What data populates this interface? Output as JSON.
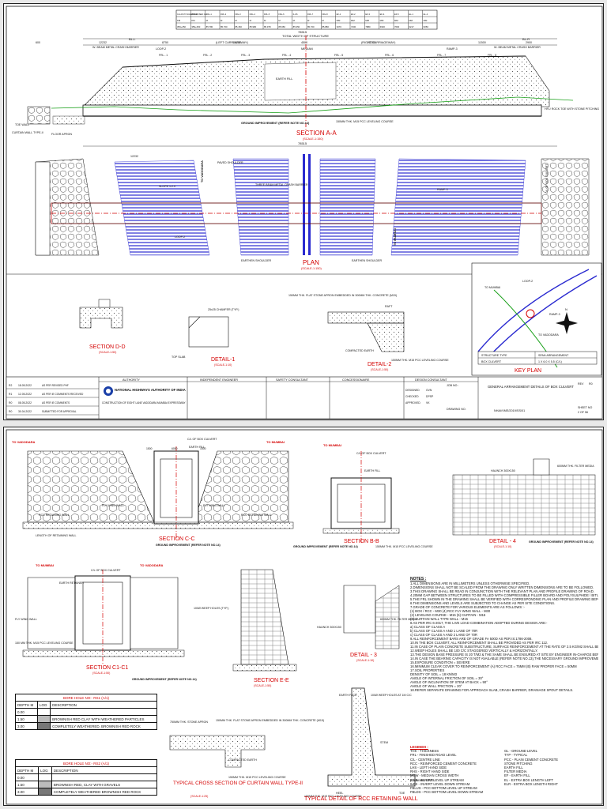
{
  "drawing": {
    "title_block": {
      "authority_label": "AUTHORITY",
      "ie_label": "INDEPENDENT ENGINEER",
      "safety_label": "SAFETY CONSULTANT",
      "concessionaire_label": "CONCESSIONAIRE",
      "design_label": "DESIGN CONSULTANT",
      "authority_name": "NATIONAL HIGHWAYS AUTHORITY OF INDIA",
      "project_desc": "CONSTRUCTION OF EIGHT LANE VADODARA MUMBAI EXPRESSWAY",
      "sheet_title": "GENERAL ARRANGEMENT DETAILS OF BOX CULVERT",
      "job_label": "JOB NO :",
      "rev_label": "REV",
      "rev_value": "R0",
      "sheet_label": "SHEET NO",
      "sheet_no": "2 OF 56",
      "drawing_no_label": "DRAWING NO.",
      "drawing_no": "NHAI/VME/2019/SS/01",
      "rev_rows": [
        {
          "no": "R2",
          "date": "18.05.2022",
          "desc": "AS PER REVISED PHF"
        },
        {
          "no": "R1",
          "date": "12.05.2022",
          "desc": "AS PER IE COMMENTS RECEIVED"
        },
        {
          "no": "R0",
          "date": "08.05.2022",
          "desc": "AS PER IE COMMENTS"
        },
        {
          "no": "R0",
          "date": "30.04.2022",
          "desc": "SUBMITTED FOR APPROVAL"
        }
      ],
      "approval_rows": [
        {
          "role": "DESIGNED",
          "by": "GVN"
        },
        {
          "role": "CHECKED",
          "by": "DPSP"
        },
        {
          "role": "APPROVED",
          "by": "VK"
        }
      ]
    },
    "chainage_table": {
      "headers": [
        "CH AS PI SCHEDULE",
        "PROPOSED CH",
        "FRL-1",
        "FRL-2",
        "FRL-3",
        "FRL-4",
        "FRL-5",
        "FRL-6",
        "ILUS",
        "FRL-7",
        "FRL-8",
        "EF-1",
        "EF-2",
        "EF-3",
        "EF-4",
        "EF-5",
        "EL-1",
        "EL-2"
      ],
      "row_units": [
        "KM",
        "KM",
        "M",
        "M",
        "M",
        "M",
        "M",
        "M",
        "M",
        "M",
        "M",
        "MM",
        "MM",
        "MM",
        "MM",
        "MM",
        "MM",
        "MM"
      ],
      "row_values": [
        "359+250",
        "359+250",
        "85.780",
        "85.700",
        "85.150",
        "85.980",
        "85.978",
        "85.650",
        "85.350",
        "85.700",
        "85.880",
        "3070",
        "7400",
        "7880",
        "6930",
        "7600",
        "6217",
        "8250"
      ]
    },
    "section_aa": {
      "title": "SECTION A-A",
      "scale": "(SCALE-1:150)",
      "total_width_label": "TOTAL WIDTH OF STRUCTURE",
      "total_width": "78515",
      "left_cw": "(LEFT CARRIAGEWAY)",
      "right_cw": "(RIGHT CARRIAGEWAY)",
      "median": "MEDIAN",
      "bl_left": "BL-L",
      "bl_right": "BL-R",
      "barrier": "W- BEAM METAL CRASH BARRIER",
      "loop": "LOOP-2",
      "ramp": "RAMP-3",
      "earth_fill": "EARTH FILL",
      "ground_impr": "GROUND IMPROVEMENT (REFER NOTE NO.14)",
      "pcc": "150MM THK. M15 PCC LEVELING COURSE",
      "rock_toe": "HFL/ ROCK TOE WITH STONE PITCHING",
      "curtain": "CURTAIN WALL TYPE-II",
      "toe_wall": "TOE WALL",
      "floor": "FLOOR APRON",
      "dims": [
        "12232",
        "8750",
        "20250",
        "4500",
        "20250",
        "11500",
        "2900",
        "600"
      ],
      "frl": [
        "FRL - 1",
        "FRL - 2",
        "FRL - 3",
        "FRL - 4",
        "FRL - 5",
        "FRL - 6",
        "FRL - 7",
        "FRL - 8"
      ]
    },
    "plan": {
      "title": "PLAN",
      "scale": "(SCALE-1:150)",
      "to_vadodara": "TO VADODARA",
      "to_mumbai": "TO MUMBAI",
      "paved": "PAVED SHOULDER",
      "three_beam": "THREE BEAM METAL CRASH BARRIER",
      "earthen": "EARTHEN SHOULDER",
      "slope": "SLOPE 1:2.0",
      "loop": "LOOP-2",
      "ramp": "RAMP-3",
      "culvert": "C/L OF BOX CULVERT",
      "dim": "12232",
      "width": "78515"
    },
    "section_dd": {
      "title": "SECTION D-D",
      "scale": "(SCALE-1:50)"
    },
    "detail1": {
      "title": "DETAIL-1",
      "scale": "(SCALE-1:10)",
      "chamfer": "25x25 CHAMFER (TYP.)",
      "top_slab": "TOP SLAB"
    },
    "detail2": {
      "title": "DETAIL-2",
      "scale": "(SCALE-1:50)",
      "apron": "150MM THK. FLAT STONE APRON EMBEDDED IN 300MM THK. CONCRETE (M15)",
      "raft": "RAFT",
      "compacted": "COMPACTED EARTH",
      "pcc": "150MM THK. M15 PCC LEVELING COURSE"
    },
    "key_plan": {
      "title": "KEY PLAN",
      "scale": "(NOT TO SCALE)",
      "to_mumbai": "TO MUMBAI",
      "to_vadodara": "TO VADODARA",
      "loop": "LOOP-2",
      "ramp": "RAMP-3",
      "n": "N"
    },
    "key_table": {
      "headers": [
        "STRUCTURE TYPE",
        "SPAN ARRANGEMENT"
      ],
      "row": [
        "BOX CULVERT",
        "1 X 6.0 X 5.5 (C/L)"
      ]
    },
    "section_cc": {
      "title": "SECTION C-C",
      "scale": "(SCALE-1:50)",
      "to_vadodara": "TO VADODARA",
      "to_mumbai": "TO MUMBAI",
      "ground_impr": "GROUND IMPROVEMENT (REFER NOTE NO.14)",
      "fly": "FLY WING WALL",
      "rcc_rw": "RCC RETAINING WALL",
      "length_rw": "LENGTH OF RETAINING WALL",
      "earth_fill": "EARTH FILL",
      "culvert": "C/L OF BOX CULVERT",
      "dims": [
        "1500",
        "6000",
        "1500"
      ]
    },
    "section_bb": {
      "title": "SECTION B-B",
      "scale": "(SCALE-1:50)",
      "to_mumbai": "TO MUMBAI",
      "culvert": "C/L OF BOX CULVERT",
      "earth_fill": "EARTH FILL",
      "ground_impr": "GROUND IMPROVEMENT (REFER NOTE NO.14)",
      "pcc": "150MM THK. M15 PCC LEVELING COURSE"
    },
    "detail4": {
      "title": "DETAIL - 4",
      "scale": "(SCALE-1:10)",
      "haunch": "HAUNCH 300X150",
      "filter": "600MM THK. FILTER MEDIA",
      "ground_impr": "GROUND IMPROVEMENT (REFER NOTE NO.14)"
    },
    "section_c1": {
      "title": "SECTION C1-C1",
      "scale": "(SCALE-1:50)",
      "to_mumbai": "TO MUMBAI",
      "to_vadodara": "TO VADODARA",
      "culvert": "C/L OF BOX CULVERT",
      "earth_retainer": "EARTH RETAINER",
      "fly": "FLY WING WALL",
      "pcc": "150 MM THK. M15 PCC LEVELING COURSE",
      "ground_impr": "GROUND IMPROVEMENT (REFER NOTE NO.14)",
      "weep": "100Ø WEEP HOLES (TYP.)"
    },
    "section_ee": {
      "title": "SECTION E-E",
      "scale": "(REFER NOTE NO.14)",
      "scale2": "(SCALE-1:50)"
    },
    "detail3": {
      "title": "DETAIL - 3",
      "scale": "(SCALE-1:10)",
      "haunch": "HAUNCH 300X150",
      "filter": "600MM THK. FILTER MEDIA"
    },
    "bore_rs1": {
      "title": "BORE HOLE NO:- RS1 (A/1)",
      "headers": [
        "DEPTH M",
        "LOG",
        "DESCRIPTION"
      ],
      "rows": [
        {
          "depth": "0.00",
          "desc": ""
        },
        {
          "depth": "1.50",
          "desc": "BROWNISH RED CLAY WITH WEATHERED PARTICLES"
        },
        {
          "depth": "3.00",
          "desc": "COMPLETELY WEATHERED, BROWNISH RED ROCK"
        }
      ]
    },
    "bore_rs2": {
      "title": "BORE HOLE NO:- RS2 (A/1)",
      "headers": [
        "DEPTH M",
        "LOG",
        "DESCRIPTION"
      ],
      "rows": [
        {
          "depth": "0.00",
          "desc": ""
        },
        {
          "depth": "1.50",
          "desc": "BROWNISH RED, CLAY WITH GRAVELS"
        },
        {
          "depth": "3.00",
          "desc": "COMPLETELY WEATHERED BROWNISH RED ROCK"
        }
      ]
    },
    "cross_section": {
      "title": "TYPICAL CROSS SECTION OF CURTAIN WALL TYPE-II",
      "scale": "(SCALE-1:25)",
      "apron": "150MM THK. FLAT STONE APRON EMBEDDED IN 300MM THK. CONCRETE (M15)",
      "stone": "750MM THK. STONE APRON",
      "compacted": "COMPACTED EARTH",
      "pcc": "150MM THK. M15 PCC LEVELING COURSE"
    },
    "rcc_detail": {
      "title": "TYPICAL DETAIL OF RCC RETAINING WALL",
      "scale": "(SCALE-1:25)",
      "weep": "100Ø WEEP HOLES AT 1M C/C",
      "earth_face": "EARTH FACE",
      "heel": "HEEL",
      "toe": "TOE",
      "stem": "STEM",
      "founding": "FOUNDING LEVEL",
      "pcc": "150MM THK. M15 PCC LEVELING COURSE"
    },
    "notes_heading": "NOTES :",
    "notes": [
      "1.ALL DIMENSIONS ARE IN MILLIMETERS UNLESS OTHERWISE SPECIFIED.",
      "2.DIMENSIONS SHALL NOT BE SCALED FROM THE DRAWING ONLY WRITTEN DIMENSIONS ARE TO BE FOLLOWED.",
      "3.THIS DRAWING SHALL BE READ IN CONJUNCTION WITH THE RELEVANT PLAN AND PROFILE DRAWING OF ROAD.",
      "4.20MM GAP BETWEEN STRUCTURES TO BE FILLED WITH COMPRESSIBLE FILLER BOARD AND POLYSULPHIDE / BITUMINOUS SEALANT.",
      "5.THE FRL SHOWN IN THE DRAWING SHALL BE VERIFIED WITH CORRESPONDING PLAN AND PROFILE DRAWING BEFORE EXECUTION. IF THERE IS ANY VARIATION SHALL BE BROUGHT TO THE NOTICE OF DESIGNER.",
      "6.THE DIMENSIONS AND LEVELS ARE SUBJECTED TO CHANGE AS PER SITE CONDITIONS.",
      "7.GRADE OF CONCRETE FOR VARIOUS ELEMENTS ARE AS FOLLOWS :-",
      "  (1) BOX / RCC - M30     (4) RCC FLY WING WALL - M30",
      "  (2) LEVELING COURSE - M15     (5) CURTAIN - M15",
      "  (3) CURTAIN WALL TYPE WALL - M15",
      "8.AS PER IRC 6-2017, THE LIVE LOAD COMBINATION ADOPTED DURING DESIGN ARE:-",
      "  a) CLASS OF CLASS A",
      "  b) CLASS OF CLASS A AND 1 LANE OF 70R",
      "  c) CLASS OF CLASS A AND 2 LANE OF 70R",
      "9.ALL REINFORCEMENT BARS ARE OF GRADE Fe 500D AS PER IS:1786-2008.",
      "10.IN THE BOX CULVERT, ALL REINFORCEMENT SHALL BE PROVIDED AS PER IRC 112.",
      "11.IN CASE OF PLAIN CONCRETE SUBSTRUCTURE, SURFACE REINFORCEMENT AT THE RATE OF 2.5 KG/M2 SHALL BE PROVIDED IN EACH DIRECTION.",
      "12.WEEP HOLES SHALL BE 100 C/C STAGGERED VERTICALLY & HORIZONTALLY.",
      "13.THE DESIGN BASE PRESSURE IS 20 T/M2 & THE SAME SHALL BE ENSURED AT SITE BY ENGINEER IN-CHARGE BEFORE EXECUTION.",
      "14.IN CASE THE BEARING CAPACITY IS NOT AVAILABLE (REFER NOTE NO.13),THE NECESSARY GROUND IMPROVEMENT NEED TO BE ADOPTED AT THE TIME OF EXECUTION. REMOVAL AND REPLACEMENT OF SOFT SOIL WITH SUITABLE GRANULAR MATERIAL AS PER STANDARD SPECIFICATION UP TO 1M DEPTH OR ANY OTHER METHOD RECOMMENDED BY GEO TECHNICAL EXPERT SHALL BE ADOPTED.",
      "15.EXPOSURE CONDITION = SEVERE",
      "16.MINIMUM CLEAR COVER TO REINFORCEMENT (A) RCC FACE = 75MM  (B) RAW PROPER FACE = 50MM",
      "17.SOIL PROPERTIES",
      "  DENSITY OF SOIL = 18 KN/M3",
      "  ANGLE OF INTERNAL FRICTION OF SOIL = 30°",
      "  ANGLE OF INCLINATION OF STEM AT BACK = 90°",
      "  ANGLE OF WALL FRICTION = 20°",
      "18.REFER SEPARATE DRAWING FOR APPROACH SLAB, CRASH BARRIER, DRAINAGE SPOUT DETAILS."
    ],
    "legend_heading": "LEGENDS :",
    "legend": [
      [
        "THK - THICKNESS",
        "GL - GROUND LEVEL"
      ],
      [
        "FRL - FINISHED ROAD LEVEL",
        "TYP - TYPICAL"
      ],
      [
        "C/L - CENTRE LINE",
        "PCC - PLAIN CEMENT CONCRETE"
      ],
      [
        "RCC - REINFORCED CEMENT CONCRETE",
        "STONE PITCHING"
      ],
      [
        "LHS - LEFT HAND SIDE",
        "EARTH FILL"
      ],
      [
        "RHS - RIGHT HAND SIDE",
        "FILTER MEDIA"
      ],
      [
        "MCW - MEDIAN CROSS WIDTH",
        "EF - EARTH FILL"
      ],
      [
        "ILUS - INVERT LEVEL UP STREAM",
        "EL - EXTRA BOX LENGTH LEFT"
      ],
      [
        "ILDS - INVERT LEVEL DOWN STREAM",
        "ELR - EXTRA BOX LENGTH RIGHT"
      ],
      [
        "FBLUS - PCC BOTTOM LEVEL UP STREAM",
        ""
      ],
      [
        "FBLDS - PCC BOTTOM LEVEL DOWN STREAM",
        ""
      ]
    ]
  }
}
